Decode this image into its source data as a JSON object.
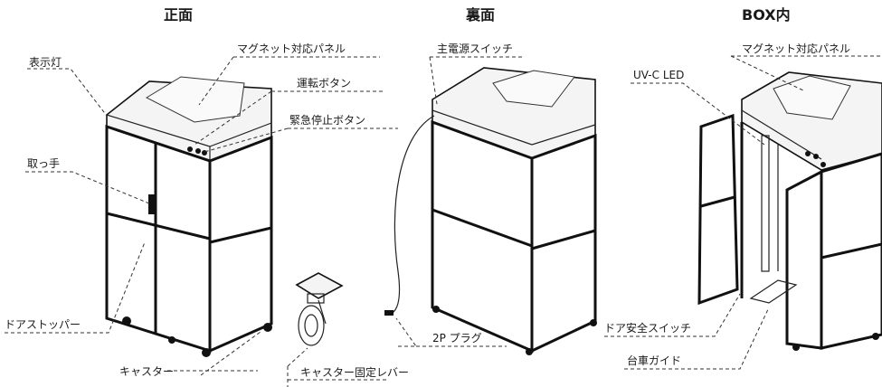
{
  "views": {
    "front": "正面",
    "back": "裏面",
    "inside": "BOX内"
  },
  "front_labels": {
    "indicator": "表示灯",
    "magnet_panel": "マグネット対応パネル",
    "run_button": "運転ボタン",
    "estop_button": "緊急停止ボタン",
    "handle": "取っ手",
    "door_stopper": "ドアストッパー",
    "caster": "キャスター",
    "caster_lock": "キャスター固定レバー"
  },
  "back_labels": {
    "main_switch": "主電源スイッチ",
    "plug": "2P プラグ"
  },
  "inside_labels": {
    "uvc_led": "UV-C LED",
    "magnet_panel": "マグネット対応パネル",
    "door_safety_switch": "ドア安全スイッチ",
    "cart_guide": "台車ガイド"
  }
}
